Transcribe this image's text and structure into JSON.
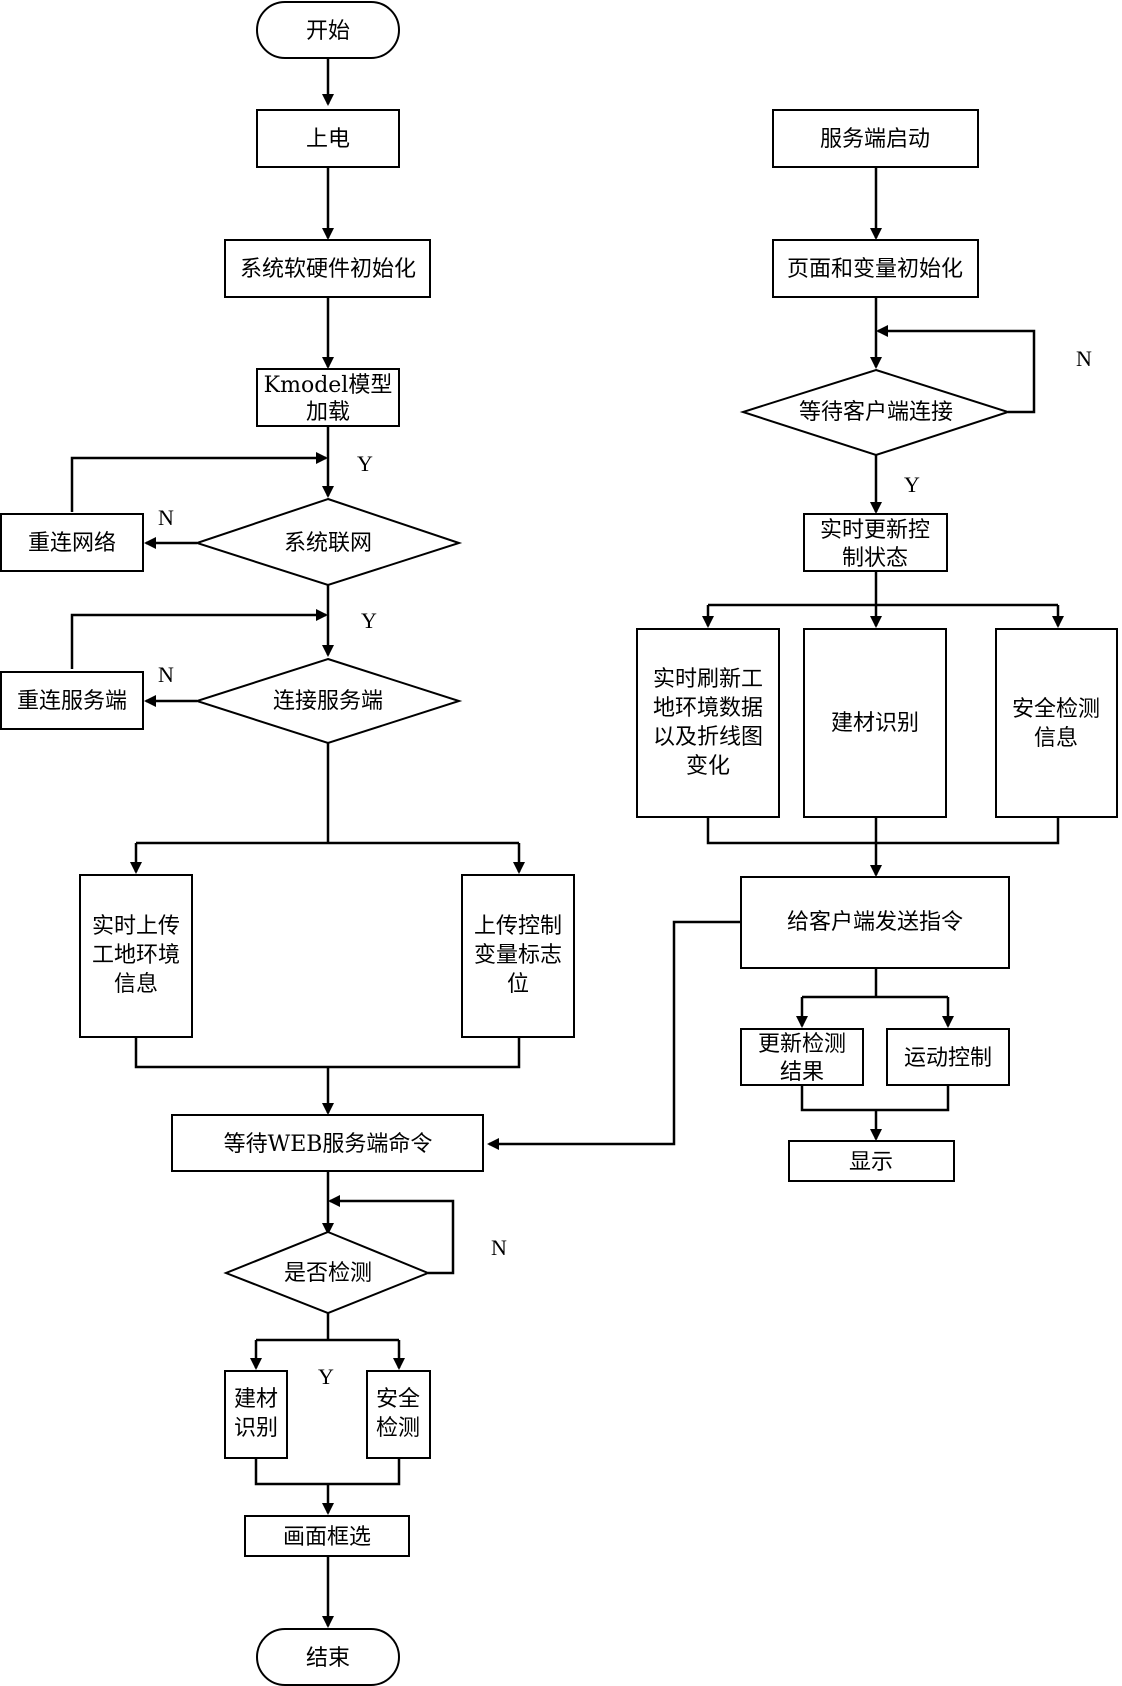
{
  "nodes": {
    "start": "开始",
    "power_on": "上电",
    "init_hw_sw": "系统软硬件初始化",
    "load_model": [
      "Kmodel模型",
      "加载"
    ],
    "network_check": "系统联网",
    "reconnect_network": "重连网络",
    "connect_server": "连接服务端",
    "reconnect_server": "重连服务端",
    "upload_env_info": [
      "实时上传",
      "工地环境",
      "信息"
    ],
    "upload_control_flags": [
      "上传控制",
      "变量标志",
      "位"
    ],
    "wait_web_command": "等待WEB服务端命令",
    "detect_check": "是否检测",
    "material_recognition_left": [
      "建材",
      "识别"
    ],
    "safety_detection_left": [
      "安全",
      "检测"
    ],
    "frame_selection": "画面框选",
    "end": "结束",
    "server_start": "服务端启动",
    "page_var_init": "页面和变量初始化",
    "wait_client": "等待客户端连接",
    "update_control_status": [
      "实时更新控",
      "制状态"
    ],
    "refresh_env_data": [
      "实时刷新工",
      "地环境数据",
      "以及折线图",
      "变化"
    ],
    "material_recognition_right": "建材识别",
    "safety_info": [
      "安全检测",
      "信息"
    ],
    "send_command": "给客户端发送指令",
    "update_detection": [
      "更新检测",
      "结果"
    ],
    "motion_control": "运动控制",
    "display": "显示"
  },
  "labels": {
    "yes": "Y",
    "no": "N"
  }
}
